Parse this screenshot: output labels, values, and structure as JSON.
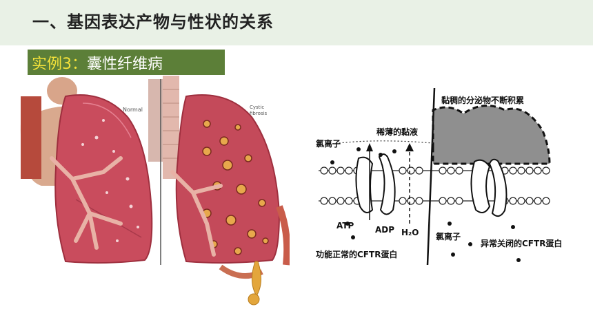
{
  "page": {
    "title": "一、基因表达产物与性状的关系"
  },
  "example": {
    "prefix": "实例3：",
    "name": "囊性纤维病"
  },
  "lung_figure": {
    "normal_label": "Normal",
    "cf_label_line1": "Cystic",
    "cf_label_line2": "fibrosis"
  },
  "cftr_diagram": {
    "label_mucus_thick": "黏稠的分泌物不断积累",
    "label_mucus_thin": "稀薄的黏液",
    "label_chloride_top": "氯离子",
    "label_chloride_bottom": "氯离子",
    "label_atp": "ATP",
    "label_adp": "ADP",
    "label_water": "H₂O",
    "label_normal_cftr": "功能正常的CFTR蛋白",
    "label_closed_cftr": "异常关闭的CFTR蛋白"
  },
  "colors": {
    "header_band": "#e9f1e6",
    "label_bg": "#5c7f38",
    "label_highlight": "#f4e23a",
    "lung_tissue": "#c44a5a"
  }
}
